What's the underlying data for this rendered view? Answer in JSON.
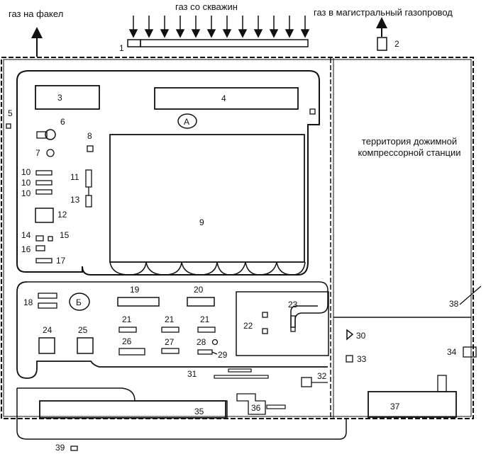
{
  "top_labels": {
    "flare": "газ на факел",
    "wells": "газ со скважин",
    "pipeline": "газ в магистральный газопровод"
  },
  "booster_station": {
    "line1": "территория дожимной",
    "line2": "компрессорной станции"
  },
  "zones": {
    "a": "А",
    "b": "Б"
  },
  "numbers": {
    "n1": "1",
    "n2": "2",
    "n3": "3",
    "n4": "4",
    "n5": "5",
    "n6": "6",
    "n7": "7",
    "n8": "8",
    "n9": "9",
    "n10": "10",
    "n11": "11",
    "n12": "12",
    "n13": "13",
    "n14": "14",
    "n15": "15",
    "n16": "16",
    "n17": "17",
    "n18": "18",
    "n19": "19",
    "n20": "20",
    "n21": "21",
    "n22": "22",
    "n23": "23",
    "n24": "24",
    "n25": "25",
    "n26": "26",
    "n27": "27",
    "n28": "28",
    "n29": "29",
    "n30": "30",
    "n31": "31",
    "n32": "32",
    "n33": "33",
    "n34": "34",
    "n35": "35",
    "n36": "36",
    "n37": "37",
    "n38": "38",
    "n39": "39"
  },
  "colors": {
    "ink": "#111111",
    "paper": "#ffffff"
  }
}
